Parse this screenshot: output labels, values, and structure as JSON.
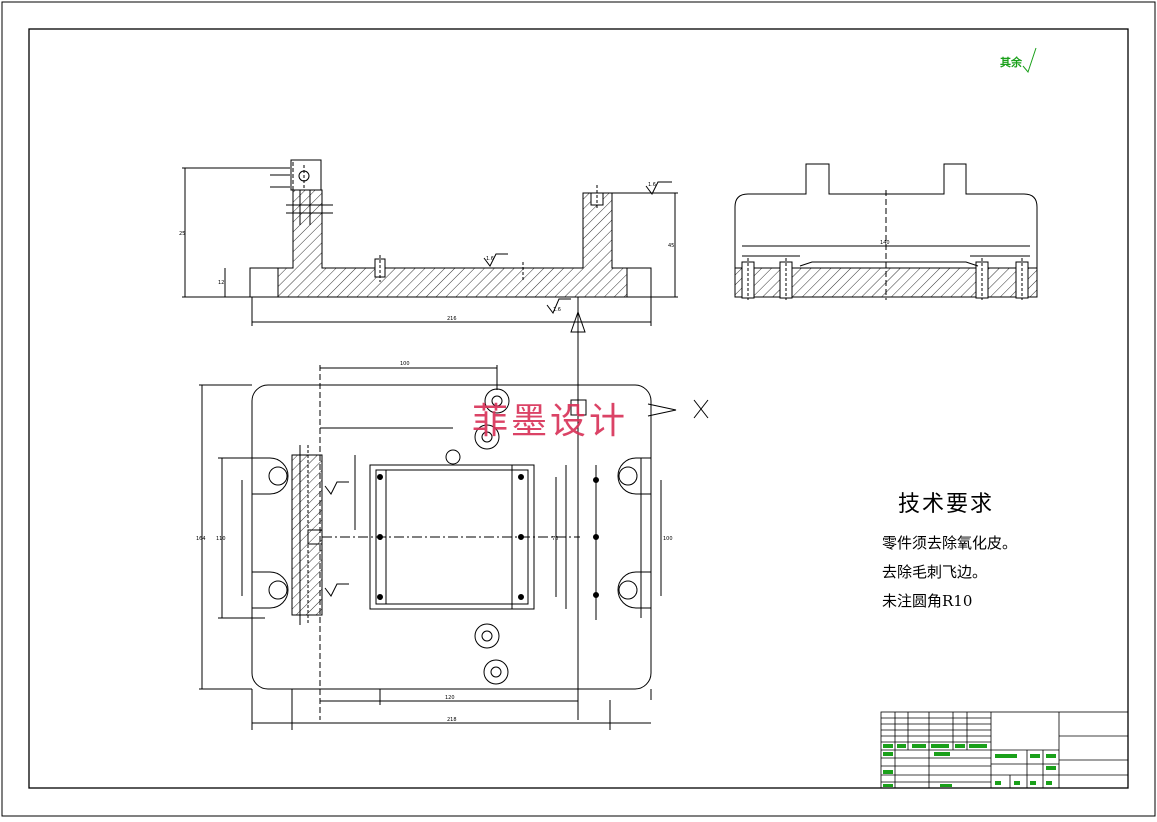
{
  "technical_requirements": {
    "title": "技术要求",
    "notes": [
      "零件须去除氧化皮。",
      "去除毛刺飞边。",
      "未注圆角R10"
    ]
  },
  "watermark": "菲墨设计",
  "roughness_note": "其余",
  "colors": {
    "line": "#000000",
    "watermark": "#d8345a",
    "title_block_green": "#1aa01a"
  }
}
